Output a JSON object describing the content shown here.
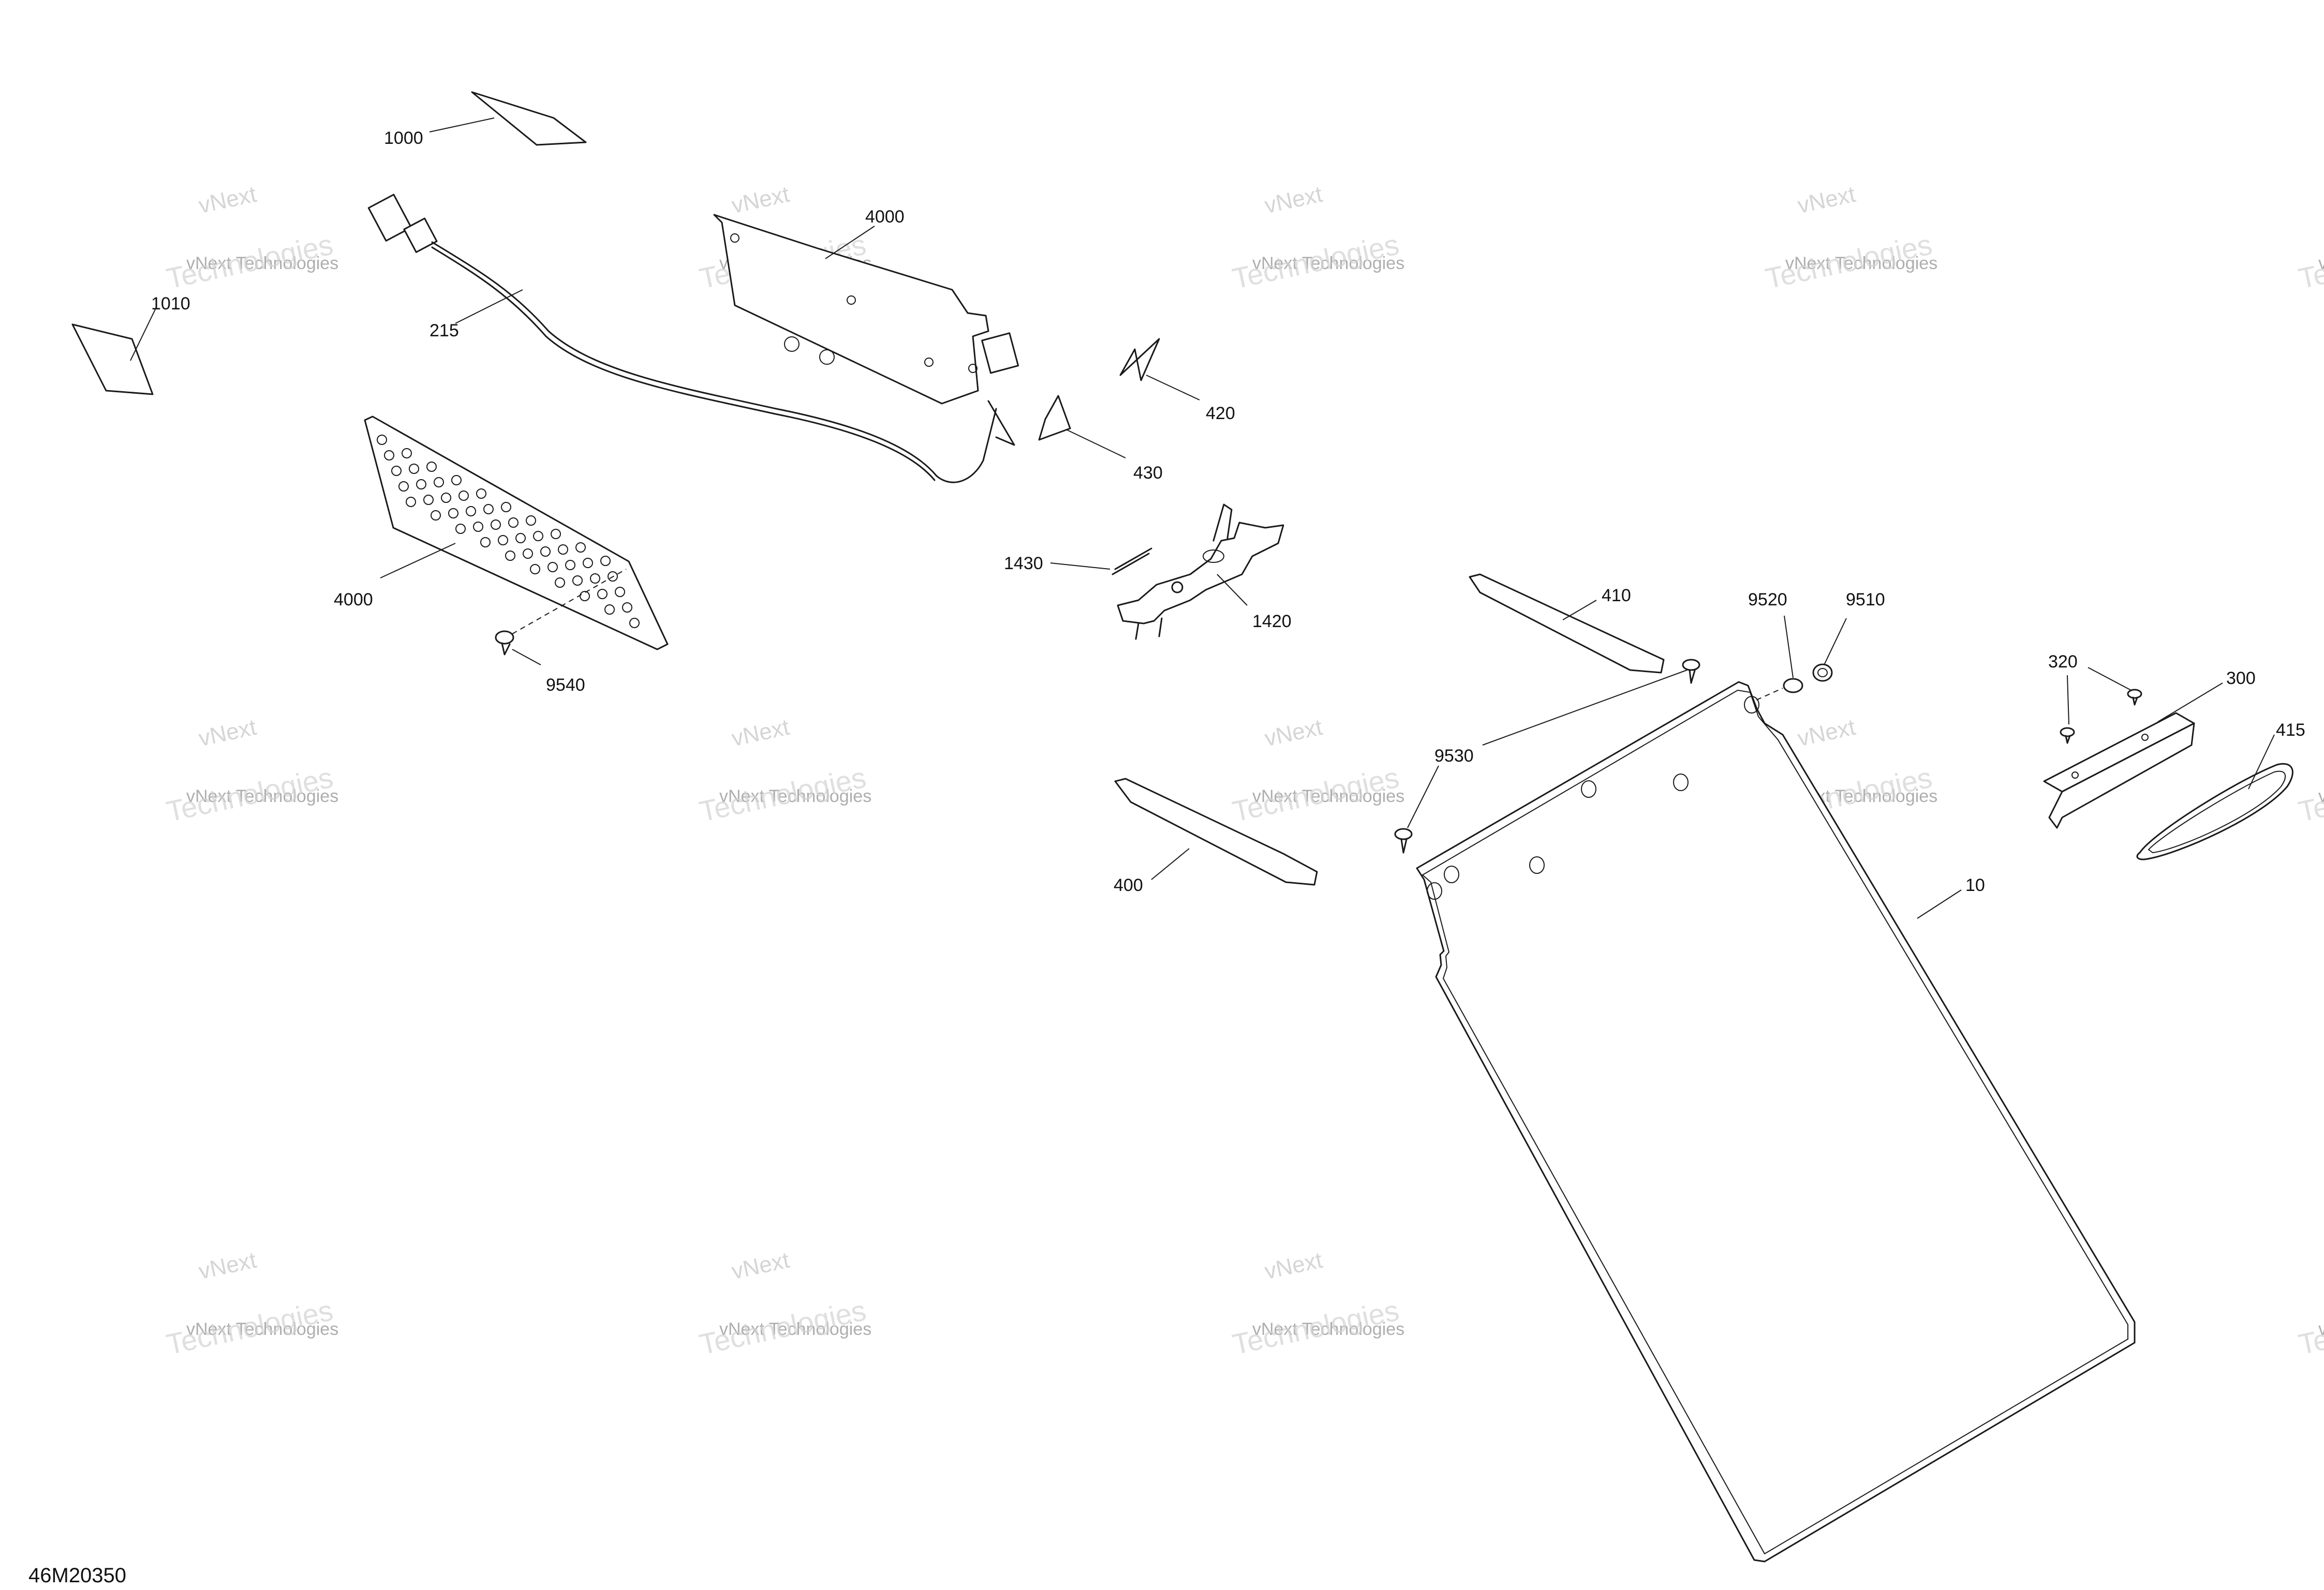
{
  "drawing_number": "46M20350",
  "watermark": {
    "line1": "vNext",
    "line2": "vNext Technologies",
    "line3": "Technologies"
  },
  "callouts": {
    "c1000": "1000",
    "c1010": "1010",
    "c215": "215",
    "c4000_top": "4000",
    "c4000_bottom": "4000",
    "c9540": "9540",
    "c420": "420",
    "c430": "430",
    "c1430": "1430",
    "c1420": "1420",
    "c410": "410",
    "c9520": "9520",
    "c9510": "9510",
    "c9530": "9530",
    "c400": "400",
    "c10": "10",
    "c320": "320",
    "c300": "300",
    "c415": "415"
  }
}
